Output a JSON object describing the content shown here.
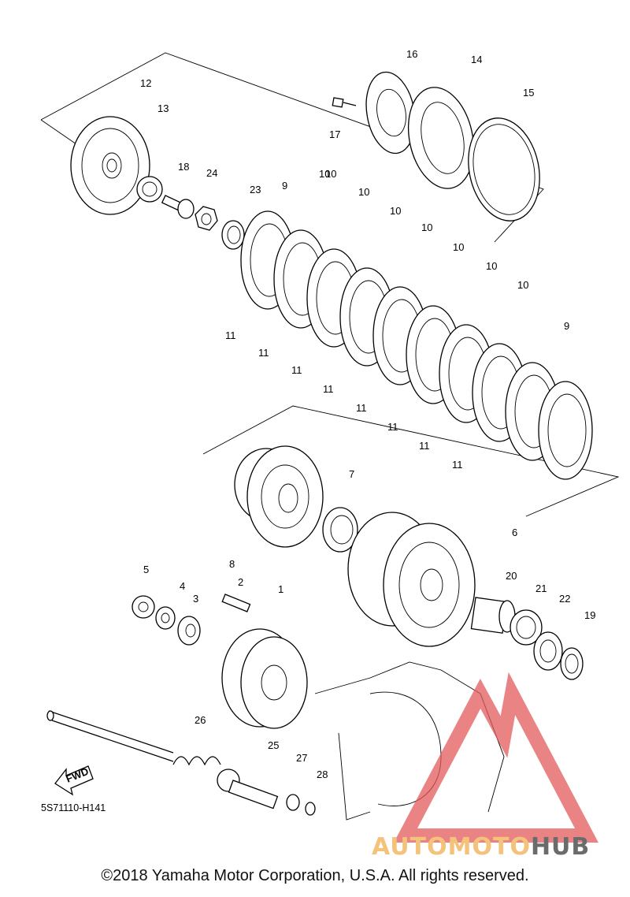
{
  "diagram": {
    "code": "5S71110-H141",
    "fwd_label": "FWD",
    "copyright": "©2018 Yamaha Motor Corporation, U.S.A. All rights reserved.",
    "watermark": {
      "part1": "AUTOMOTO",
      "part2": "HUB",
      "color_main": "#f4c27a",
      "color_accent": "#6b6b6b",
      "logo_color": "#e35a5a"
    },
    "callouts": [
      "1",
      "2",
      "3",
      "4",
      "5",
      "6",
      "7",
      "8",
      "9",
      "9",
      "10",
      "10",
      "10",
      "10",
      "10",
      "10",
      "10",
      "10",
      "11",
      "11",
      "11",
      "11",
      "11",
      "11",
      "11",
      "11",
      "12",
      "13",
      "14",
      "15",
      "16",
      "17",
      "18",
      "19",
      "20",
      "21",
      "22",
      "23",
      "24",
      "25",
      "26",
      "27",
      "28"
    ]
  }
}
